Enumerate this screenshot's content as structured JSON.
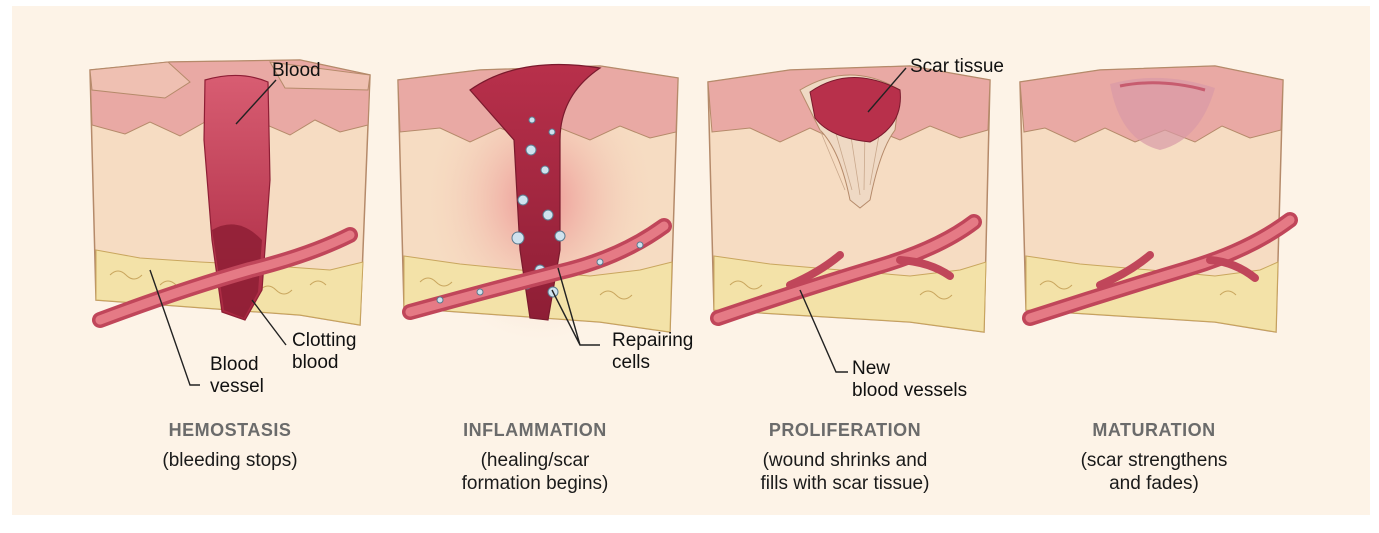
{
  "stages": [
    {
      "title": "HEMOSTASIS",
      "desc": [
        "(bleeding stops)"
      ]
    },
    {
      "title": "INFLAMMATION",
      "desc": [
        "(healing/scar",
        "formation begins)"
      ]
    },
    {
      "title": "PROLIFERATION",
      "desc": [
        "(wound shrinks and",
        "fills with scar tissue)"
      ]
    },
    {
      "title": "MATURATION",
      "desc": [
        "(scar strengthens",
        "and fades)"
      ]
    }
  ],
  "labels": {
    "blood": "Blood",
    "clotting_blood": [
      "Clotting",
      "blood"
    ],
    "blood_vessel": [
      "Blood",
      "vessel"
    ],
    "repairing_cells": [
      "Repairing",
      "cells"
    ],
    "scar_tissue": "Scar tissue",
    "new_blood_vessels": [
      "New",
      "blood vessels"
    ]
  },
  "colors": {
    "background": "#fdf3e7",
    "skin_top": "#e9a9a4",
    "dermis": "#f6dcc2",
    "fat": "#f3e2a8",
    "blood": "#c9405a",
    "vessel": "#d9606f",
    "stage_title": "#6b6b6b"
  }
}
